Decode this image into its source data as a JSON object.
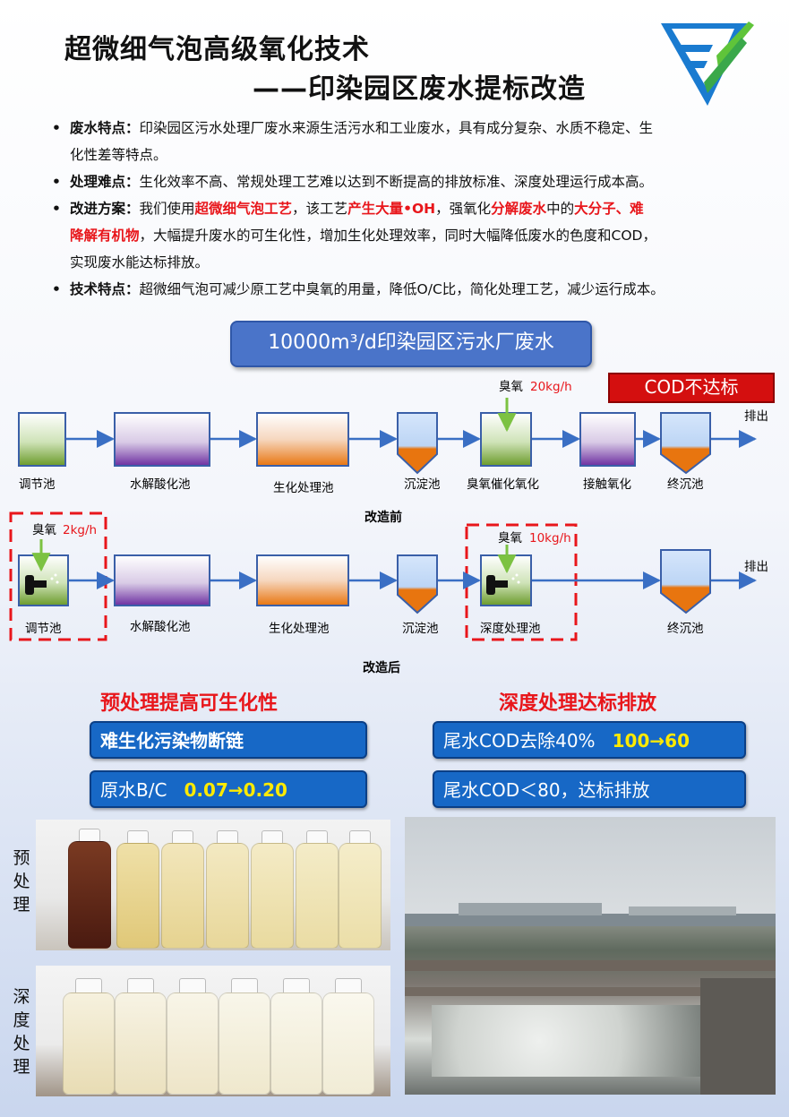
{
  "header": {
    "title_line1": "超微细气泡高级氧化技术",
    "title_line2": "——印染园区废水提标改造"
  },
  "bullets": [
    {
      "head": "废水特点：",
      "line1": "印染园区污水处理厂废水来源生活污水和工业废水，具有成分复杂、水质不稳定、生",
      "line2": "化性差等特点。"
    },
    {
      "head": "处理难点：",
      "line1": "生化效率不高、常规处理工艺难以达到不断提高的排放标准、深度处理运行成本高。"
    },
    {
      "head": "改进方案：",
      "l1a": "我们使用",
      "l1b": "超微细气泡工艺",
      "l1c": "，该工艺",
      "l1d": "产生大量•OH",
      "l1e": "，强氧化",
      "l1f": "分解废水",
      "l1g": "中的",
      "l1h": "大分子、难",
      "l2a": "降解有机物",
      "l2b": "，大幅提升废水的可生化性，增加生化处理效率，同时大幅降低废水的色度和COD，",
      "l3": "实现废水能达标排放。"
    },
    {
      "head": "技术特点：",
      "line1": "超微细气泡可减少原工艺中臭氧的用量，降低O/C比，简化处理工艺，减少运行成本。"
    }
  ],
  "banner": "10000m³/d印染园区污水厂废水",
  "cod_badge": "COD不达标",
  "before": {
    "ozone_label": "臭氧",
    "ozone_value": "20kg/h",
    "discharge": "排出",
    "stages": [
      "调节池",
      "水解酸化池",
      "生化处理池",
      "沉淀池",
      "臭氧催化氧化",
      "接触氧化",
      "终沉池"
    ],
    "caption": "改造前"
  },
  "after": {
    "ozone1_label": "臭氧",
    "ozone1_value": "2kg/h",
    "ozone2_label": "臭氧",
    "ozone2_value": "10kg/h",
    "discharge": "排出",
    "stages": [
      "调节池",
      "水解酸化池",
      "生化处理池",
      "沉淀池",
      "深度处理池",
      "终沉池"
    ],
    "caption": "改造后"
  },
  "left_section": {
    "heading": "预处理提高可生化性",
    "box1": "难生化污染物断链",
    "box2_text": "原水B/C",
    "box2_value": "0.07→0.20",
    "label_pre": "预处理",
    "label_deep": "深度处理"
  },
  "right_section": {
    "heading": "深度处理达标排放",
    "box1_text": "尾水COD去除40%",
    "box1_value": "100→60",
    "box2": "尾水COD＜80，达标排放"
  },
  "colors": {
    "accent_red": "#e8161b",
    "box_blue": "#1768c6",
    "banner_blue": "#4a74c9",
    "highlight_yellow": "#ffea00"
  }
}
